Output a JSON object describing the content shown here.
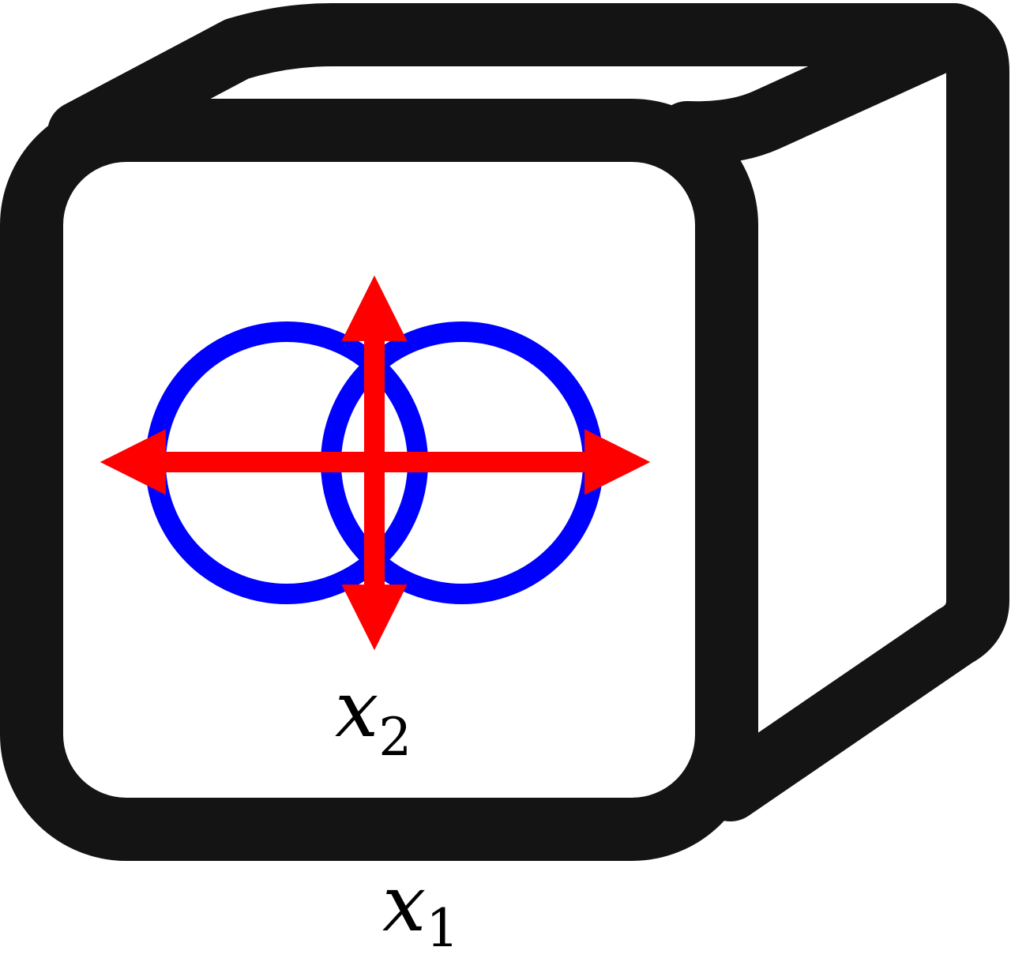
{
  "colors": {
    "outline": "#141414",
    "circles": "#0000ff",
    "arrows": "#ff0000",
    "background": "#ffffff"
  },
  "labels": {
    "inner_var": "x",
    "inner_sub": "2",
    "outer_var": "x",
    "outer_sub": "1"
  },
  "icons": {
    "cube": "cube-outline-icon",
    "circles": "double-circle-icon",
    "arrows": "four-way-arrow-icon"
  }
}
